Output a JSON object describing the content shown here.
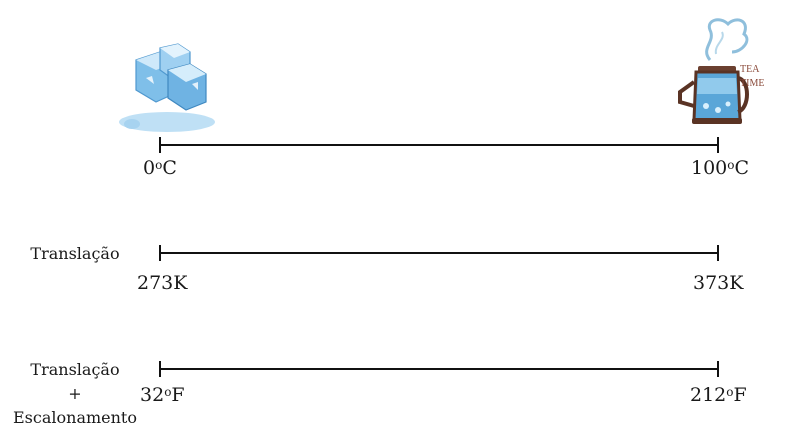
{
  "rows": [
    {
      "title_lines": [],
      "left_value": "0",
      "left_unit_sup": "o",
      "left_unit": "C",
      "right_value": "100",
      "right_unit_sup": "o",
      "right_unit": "C"
    },
    {
      "title_lines": [
        "Translação"
      ],
      "left_value": "273",
      "left_unit_sup": "",
      "left_unit": "K",
      "right_value": "373",
      "right_unit_sup": "",
      "right_unit": "K"
    },
    {
      "title_lines": [
        "Translação",
        "+",
        "Escalonamento"
      ],
      "left_value": "32",
      "left_unit_sup": "o",
      "left_unit": "F",
      "right_value": "212",
      "right_unit_sup": "o",
      "right_unit": "F"
    }
  ],
  "illustrations": {
    "left": "ice-cubes",
    "right": "boiling-kettle",
    "kettle_text": [
      "TEA",
      "TIME"
    ]
  }
}
